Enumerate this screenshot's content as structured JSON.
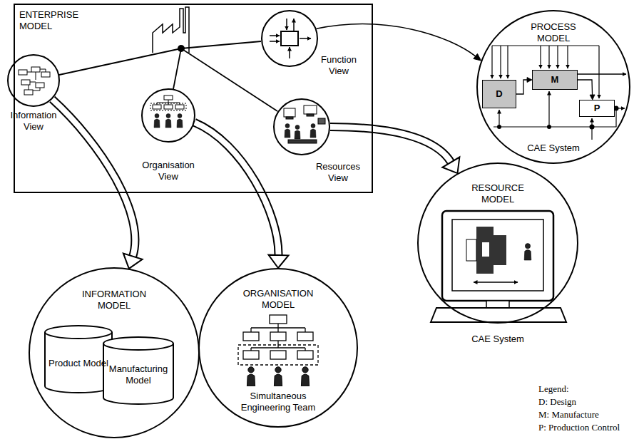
{
  "diagram": {
    "nodes": [
      {
        "text": [
          "ENTERPRISE MODEL"
        ]
      },
      {
        "text": [
          "Information View"
        ],
        "in": 0
      },
      {
        "text": [
          "Organisation View"
        ],
        "in": 0
      },
      {
        "text": [
          "Resources View"
        ],
        "in": 0
      },
      {
        "text": [
          "Function View"
        ],
        "in": 0
      },
      {
        "text": [
          "PROCESS MODEL",
          "CAE System"
        ]
      },
      {
        "text": [
          "D"
        ],
        "in": 5
      },
      {
        "text": [
          "M"
        ],
        "in": 5
      },
      {
        "text": [
          "P"
        ],
        "in": 5
      },
      {
        "text": [
          "RESOURCE MODEL",
          "CAE System"
        ]
      },
      {
        "text": [
          "INFORMATION MODEL"
        ]
      },
      {
        "text": [
          "Product Model"
        ],
        "in": 10
      },
      {
        "text": [
          "Manufacturing Model"
        ],
        "in": 10
      },
      {
        "text": [
          "ORGANISATION MODEL",
          "Simultaneous Engineering Team"
        ]
      }
    ],
    "edges": [
      {
        "from": 1,
        "to": 10,
        "arrow": "to"
      },
      {
        "from": 2,
        "to": 13,
        "arrow": "to"
      },
      {
        "from": 3,
        "to": 9,
        "arrow": "to"
      },
      {
        "from": 4,
        "to": 5,
        "arrow": "to"
      },
      {
        "from": 6,
        "to": 7,
        "arrow": "to"
      },
      {
        "from": 7,
        "to": 8,
        "arrow": "to"
      }
    ],
    "labels": [
      "Legend:"
    ],
    "legend": [
      {
        "text": "D: Design"
      },
      {
        "text": "M: Manufacture"
      },
      {
        "text": "P: Production Control"
      }
    ]
  }
}
